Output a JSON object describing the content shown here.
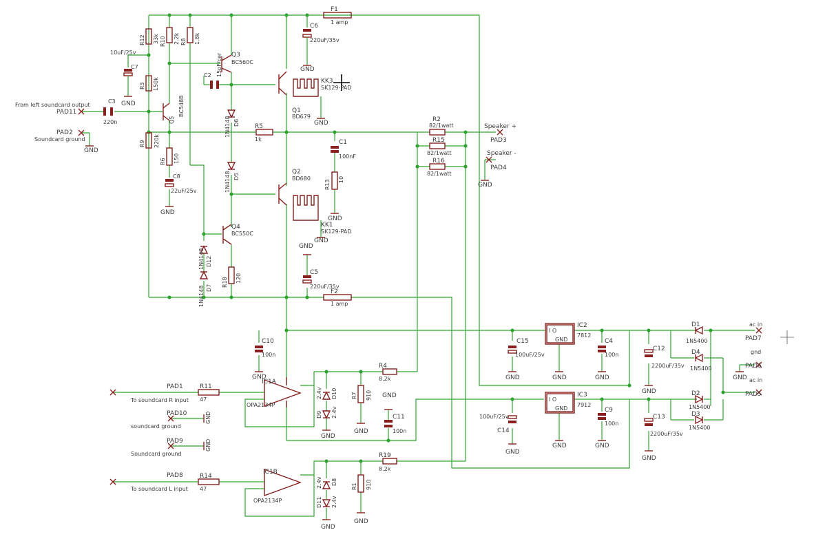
{
  "colors": {
    "wire": "#2fa32f",
    "part": "#8a1f1f",
    "text": "#3a3a3a"
  },
  "labels": {
    "F1": "F1",
    "F1v": "1 amp",
    "F2": "F2",
    "F2v": "1 amp",
    "C6": "C6",
    "C6v": "220uF/35v",
    "C5": "C5",
    "C5v": "220uF/35v",
    "R12": "R12",
    "R12v": "33k",
    "R10": "R10",
    "R10v": "2.2k",
    "R8": "R8",
    "R8v": "1.8k",
    "C7v": "10uF/25v",
    "C7": "C7",
    "R3": "R3",
    "R3v": "150k",
    "Q3": "Q3",
    "Q3v": "BC560C",
    "C2": "C2",
    "C2v": "15pF/cer",
    "Q1": "Q1",
    "Q1v": "BD679",
    "KK3": "KK3",
    "KK3v": "SK129-PAD",
    "pad11": "From left soundcard output",
    "PAD11": "PAD11",
    "C3": "C3",
    "C3v": "220n",
    "Q5": "Q5",
    "Q5v": "BC548B",
    "PAD2": "PAD2",
    "pad2": "Soundcard ground",
    "R9": "R9",
    "R9v": "220k",
    "R6": "R6",
    "R6v": "150",
    "C8": "C8",
    "C8v": "22uF/25v",
    "D6": "D6",
    "D6v": "1N4148",
    "D5": "D5",
    "D5v": "1N4148",
    "R5": "R5",
    "R5v": "1k",
    "C1": "C1",
    "C1v": "100nF",
    "R13": "R13",
    "R13v": "10",
    "Q2": "Q2",
    "Q2v": "BD680",
    "KK1": "KK1",
    "KK1v": "SK129-PAD",
    "Q4": "Q4",
    "Q4v": "BC550C",
    "D12": "D12",
    "D12v": "1N4148",
    "D7": "D7",
    "D7v": "1N4148",
    "R18": "R18",
    "R18v": "120",
    "R2": "R2",
    "R2v": "82/1watt",
    "R15": "R15",
    "R15v": "82/1watt",
    "R16": "R16",
    "R16v": "82/1watt",
    "spkp": "Speaker +",
    "PAD3": "PAD3",
    "spkn": "Speaker -",
    "PAD4": "PAD4",
    "C10": "C10",
    "C10v": "100n",
    "IC1A": "IC1A",
    "IC1Av": "OPA2134P",
    "R4": "R4",
    "R4v": "8.2k",
    "D10": "D10",
    "D10v": "2.4v",
    "D9": "D9",
    "D9v": "2.4v",
    "R7": "R7",
    "R7v": "910",
    "C11": "C11",
    "C11v": "100n",
    "PAD1": "PAD1",
    "pad1": "To soundcard R input",
    "R11": "R11",
    "R11v": "47",
    "PAD10": "PAD10",
    "pad10": "soundcard ground",
    "PAD9": "PAD9",
    "pad9": "Soundcard ground",
    "PAD8": "PAD8",
    "pad8": "To soundcard L input",
    "R14": "R14",
    "R14v": "47",
    "IC1B": "IC1B",
    "IC1Bv": "OPA2134P",
    "R19": "R19",
    "R19v": "8.2k",
    "D8": "D8",
    "D8v": "2.4v",
    "D11": "D11",
    "D11v": "2.4v",
    "R1": "R1",
    "R1v": "910",
    "C15": "C15",
    "C15v": "100uF/25v",
    "IC2": "IC2",
    "IC2v": "7812",
    "C4": "C4",
    "C4v": "100n",
    "C12": "C12",
    "C12v": "2200uF/35v",
    "D1": "D1",
    "D1v": "1N5400",
    "D4": "D4",
    "D4v": "1N5400",
    "acin1": "ac in",
    "PAD7": "PAD7",
    "gndl": "gnd",
    "PAD6": "PAD6",
    "acin2": "ac in",
    "PAD5": "PAD5",
    "C14": "C14",
    "C14v": "100uF/25v",
    "IC3": "IC3",
    "IC3v": "7912",
    "C9": "C9",
    "C9v": "100n",
    "C13": "C13",
    "C13v": "2200uF/35v",
    "D2": "D2",
    "D2v": "1N5400",
    "D3": "D3",
    "D3v": "1N5400",
    "reg_pins": "GND",
    "reg_io": "I  O",
    "gnd": "GND"
  }
}
